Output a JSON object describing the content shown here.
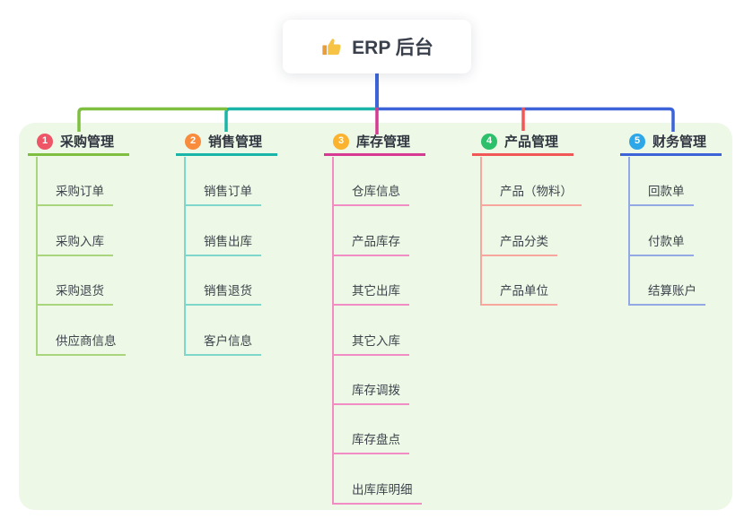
{
  "root": {
    "title": "ERP 后台",
    "icon": "thumbs-up-icon"
  },
  "panel": {
    "background": "#edf8e7"
  },
  "connector": {
    "stem_color": "#3c64d8"
  },
  "branches": [
    {
      "number": "1",
      "label": "采购管理",
      "badge_color": "#ee5566",
      "line_color": "#7fbf3f",
      "child_line_color": "#a9d67c",
      "children": [
        "采购订单",
        "采购入库",
        "采购退货",
        "供应商信息"
      ]
    },
    {
      "number": "2",
      "label": "销售管理",
      "badge_color": "#f98b3c",
      "line_color": "#19b5a8",
      "child_line_color": "#7ed7ca",
      "children": [
        "销售订单",
        "销售出库",
        "销售退货",
        "客户信息"
      ]
    },
    {
      "number": "3",
      "label": "库存管理",
      "badge_color": "#fbb22e",
      "line_color": "#d63a92",
      "child_line_color": "#f18cc5",
      "children": [
        "仓库信息",
        "产品库存",
        "其它出库",
        "其它入库",
        "库存调拨",
        "库存盘点",
        "出库库明细"
      ]
    },
    {
      "number": "4",
      "label": "产品管理",
      "badge_color": "#2cc06a",
      "line_color": "#f25757",
      "child_line_color": "#f7a79d",
      "children": [
        "产品（物料）",
        "产品分类",
        "产品单位"
      ]
    },
    {
      "number": "5",
      "label": "财务管理",
      "badge_color": "#2da7e8",
      "line_color": "#3c64d8",
      "child_line_color": "#93a9e4",
      "children": [
        "回款单",
        "付款单",
        "结算账户"
      ]
    }
  ]
}
